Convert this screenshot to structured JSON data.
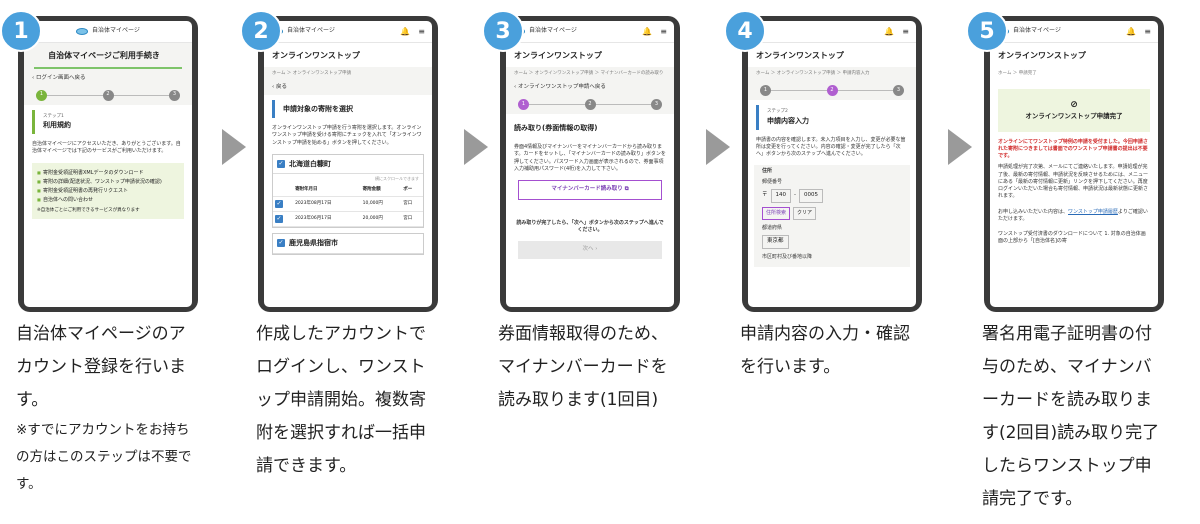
{
  "steps": [
    {
      "number": "1",
      "screen": {
        "logo_text": "自治体マイページ",
        "page_title": "自治体マイページご利用手続き",
        "back_link": "ログイン画面へ戻る",
        "stepper": [
          "1",
          "2",
          "3"
        ],
        "section_small": "ステップ1",
        "section_title": "利用規約",
        "intro": "自治体マイページにアクセスいただき、ありがとうございます。自治体マイページでは下記のサービスがご利用いただけます。",
        "services": [
          "寄附金受領証明書XMLデータのダウンロード",
          "寄附の詳細(配送状況、ワンストップ申請状況の確認)",
          "寄附金受領証明書の再発行リクエスト",
          "自治体への問い合わせ"
        ],
        "footnote": "※自治体ごとにご利用できるサービスが異なります"
      },
      "caption_main": "自治体マイページのアカウント登録を行います。",
      "caption_note": "※すでにアカウントをお持ちの方はこのステップは不要です。"
    },
    {
      "number": "2",
      "screen": {
        "logo_text": "自治体マイページ",
        "page_title": "オンラインワンストップ",
        "breadcrumb": "ホーム ＞ オンラインワンストップ申請",
        "back_link": "戻る",
        "section_title": "申請対象の寄附を選択",
        "intro": "オンラインワンストップ申請を行う寄附を選択します。オンラインワンストップ申請を受ける寄附にチェックを入れて「オンラインワンストップ申請を始める」ボタンを押してください。",
        "card1_title": "北海道白糠町",
        "scroll_hint": "横にスクロールできます",
        "columns": [
          "",
          "寄附年月日",
          "寄附金額",
          "ポー"
        ],
        "rows": [
          [
            "2023年08月17日",
            "10,000円",
            "宮口"
          ],
          [
            "2023年06月17日",
            "20,000円",
            "宮口"
          ]
        ],
        "card2_title": "鹿児島県指宿市"
      },
      "caption_main": "作成したアカウントでログインし、ワンストップ申請開始。複数寄附を選択すれば一括申請できます。"
    },
    {
      "number": "3",
      "screen": {
        "logo_text": "自治体マイページ",
        "page_title": "オンラインワンストップ",
        "breadcrumb": "ホーム ＞ オンラインワンストップ申請 ＞ マイナンバーカードの読み取り",
        "back_link": "オンラインワンストップ申請へ戻る",
        "stepper": [
          "1",
          "2",
          "3"
        ],
        "section_title": "読み取り(券面情報の取得)",
        "intro": "券面4情報及びマイナンバーをマイナンバーカードから読み取ります。カードをセットし、「マイナンバーカードの読み取り」ボタンを押してください。パスワード入力画面が表示されるので、券面事項入力補助用パスワード(4桁)を入力して下さい。",
        "read_button": "マイナンバーカード読み取り",
        "after_text": "読み取りが完了したら、「次へ」ボタンから次のステップへ進んでください。",
        "next_button": "次へ"
      },
      "caption_main": "券面情報取得のため、マイナンバーカードを読み取ります(1回目)"
    },
    {
      "number": "4",
      "screen": {
        "logo_text": "",
        "page_title": "オンラインワンストップ",
        "breadcrumb": "ホーム ＞ オンラインワンストップ申請 ＞ 申請内容入力",
        "stepper": [
          "1",
          "2",
          "3"
        ],
        "section_small": "ステップ2",
        "section_title": "申請内容入力",
        "intro": "申請書の内容を確認します。未入力項目を入力し、変更が必要な箇所は変更を行ってください。内容の確認・変更が完了したら「次へ」ボタンから次のステップへ進んでください。",
        "address_label": "住所",
        "postal_label": "郵便番号",
        "postal_mark": "〒",
        "postal_1": "140",
        "postal_2": "0005",
        "search_button": "住所検索",
        "clear_button": "クリア",
        "pref_label": "都道府県",
        "pref_value": "東京都",
        "city_label": "市区町村及び番地以降"
      },
      "caption_main": "申請内容の入力・確認を行います。"
    },
    {
      "number": "5",
      "screen": {
        "logo_text": "自治体マイページ",
        "page_title": "オンラインワンストップ",
        "breadcrumb": "ホーム ＞ 申請完了",
        "done_title": "オンラインワンストップ申請完了",
        "red_text": "オンラインにてワンストップ特例の申請を受付ました。今回申請された寄附につきましては書面でのワンストップ申請書の提出は不要です。",
        "body_text": "申請処理が完了次第、メールにてご連絡いたします。申請処理が完了後、最新の寄付情報、申請状況を反映させるためには、メニューにある「最新の寄付情報に更新」リンクを押下してください。再度ログインいただいた場合も寄付情報、申請状況は最新状態に更新されます。",
        "confirm_prefix": "お申し込みいただいた内容は、",
        "confirm_link": "ワンストップ申請履歴",
        "confirm_suffix": "よりご確認いただけます。",
        "download_text": "ワンストップ受付済書のダウンロードについて 1. 対象の自治体画面の上部から「[自治体名]の寄"
      },
      "caption_main": "署名用電子証明書の付与のため、マイナンバーカードを読み取ります(2回目)読み取り完了したらワンストップ申請完了です。"
    }
  ]
}
